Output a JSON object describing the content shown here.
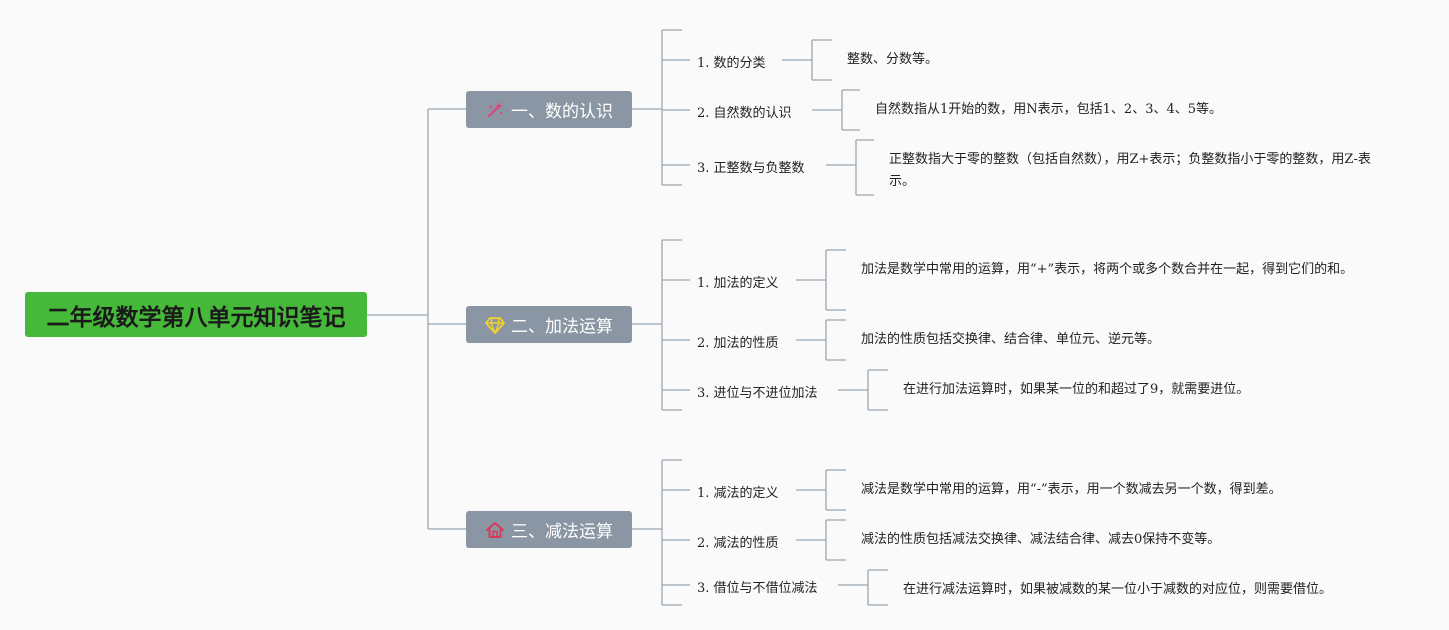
{
  "root": {
    "label": "二年级数学第八单元知识笔记"
  },
  "branches": [
    {
      "label": "一、数的认识",
      "icon": "magic-wand-icon",
      "icon_color": "#e0457b",
      "items": [
        {
          "label": "1. 数的分类",
          "detail": "整数、分数等。"
        },
        {
          "label": "2. 自然数的认识",
          "detail": "自然数指从1开始的数，用N表示，包括1、2、3、4、5等。"
        },
        {
          "label": "3. 正整数与负整数",
          "detail": "正整数指大于零的整数（包括自然数），用Z+表示；负整数指小于零的整数，用Z-表示。"
        }
      ]
    },
    {
      "label": "二、加法运算",
      "icon": "diamond-icon",
      "icon_color": "#f2d22e",
      "items": [
        {
          "label": "1. 加法的定义",
          "detail": "加法是数学中常用的运算，用“+”表示，将两个或多个数合并在一起，得到它们的和。"
        },
        {
          "label": "2. 加法的性质",
          "detail": "加法的性质包括交换律、结合律、单位元、逆元等。"
        },
        {
          "label": "3. 进位与不进位加法",
          "detail": "在进行加法运算时，如果某一位的和超过了9，就需要进位。"
        }
      ]
    },
    {
      "label": "三、减法运算",
      "icon": "house-icon",
      "icon_color": "#d93a5a",
      "items": [
        {
          "label": "1. 减法的定义",
          "detail": "减法是数学中常用的运算，用“-”表示，用一个数减去另一个数，得到差。"
        },
        {
          "label": "2. 减法的性质",
          "detail": "减法的性质包括减法交换律、减法结合律、减去0保持不变等。"
        },
        {
          "label": "3. 借位与不借位减法",
          "detail": "在进行减法运算时，如果被减数的某一位小于减数的对应位，则需要借位。"
        }
      ]
    }
  ],
  "colors": {
    "connector": "#9aa6b2",
    "root_bg": "#46b93a",
    "branch_bg": "#8a96a3"
  }
}
